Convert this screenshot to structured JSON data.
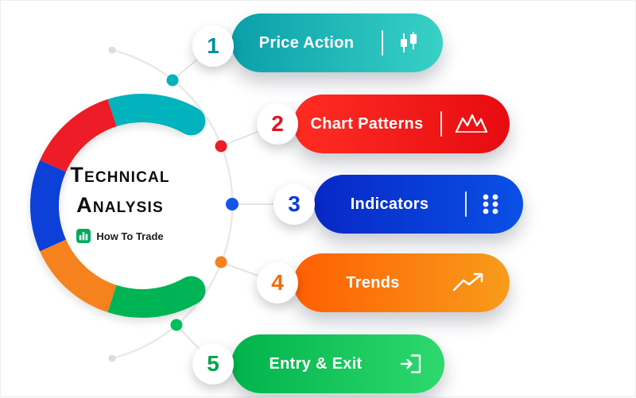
{
  "title": {
    "line1_initial": "T",
    "line1_rest": "ECHNICAL",
    "line2_initial": "A",
    "line2_rest": "NALYSIS",
    "subtitle": "How To Trade",
    "logo_color": "#00ab60"
  },
  "items": [
    {
      "number": "1",
      "label": "Price Action",
      "icon": "candlestick-chart-icon",
      "gradient": [
        "#0b9faa",
        "#38d1c6"
      ],
      "number_color": "#018e9c",
      "dot_color": "#02b3bd",
      "arc_color": "#02b3bd"
    },
    {
      "number": "2",
      "label": "Chart Patterns",
      "icon": "line-chart-icon",
      "gradient": [
        "#ff2d23",
        "#e70b10"
      ],
      "number_color": "#e8101c",
      "dot_color": "#ee1c25",
      "arc_color": "#ee1c25"
    },
    {
      "number": "3",
      "label": "Indicators",
      "icon": "dots-grid-icon",
      "gradient": [
        "#0728c6",
        "#0a50e6"
      ],
      "number_color": "#0a3cd6",
      "dot_color": "#1355e6",
      "arc_color": "#0a3fd8"
    },
    {
      "number": "4",
      "label": "Trends",
      "icon": "trending-up-icon",
      "gradient": [
        "#fe5f03",
        "#f89c1b"
      ],
      "number_color": "#f26b0f",
      "dot_color": "#f5821f",
      "arc_color": "#f5821f"
    },
    {
      "number": "5",
      "label": "Entry & Exit",
      "icon": "exit-arrow-icon",
      "gradient": [
        "#01b34c",
        "#2ed96d"
      ],
      "number_color": "#01a44c",
      "dot_color": "#01c05e",
      "arc_color": "#01b455"
    }
  ]
}
